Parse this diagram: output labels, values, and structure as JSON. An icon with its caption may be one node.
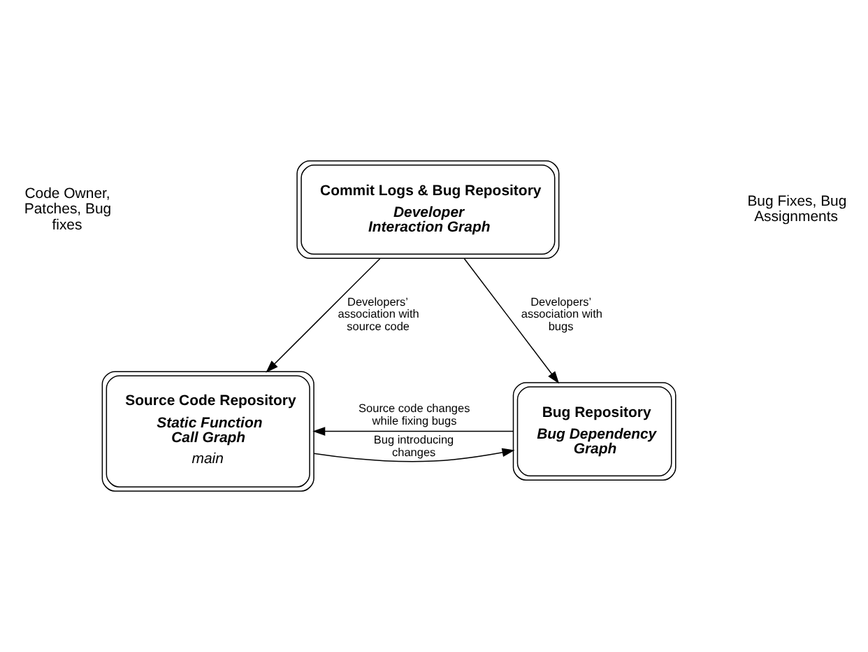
{
  "diagram": {
    "nodes": [
      {
        "text": [
          "Commit Logs & Bug Repository",
          "Developer Interaction Graph"
        ]
      },
      {
        "text": [
          "Source Code Repository",
          "Static Function Call Graph"
        ]
      },
      {
        "text": [
          "Bug Repository",
          "Bug Dependency Graph"
        ]
      }
    ],
    "edges": [
      {
        "from": 0,
        "to": 1,
        "arrow": "to",
        "label": "Developers’ association with source code"
      },
      {
        "from": 0,
        "to": 2,
        "arrow": "to",
        "label": "Developers’ association with bugs"
      },
      {
        "from": 2,
        "to": 1,
        "arrow": "to",
        "label": "Source code changes while fixing bugs"
      },
      {
        "from": 1,
        "to": 2,
        "arrow": "to",
        "label": "Bug introducing changes"
      }
    ],
    "labels": [
      "Code Owner, Patches, Bug fixes",
      "Bug Fixes, Bug Assignments",
      "main"
    ]
  }
}
